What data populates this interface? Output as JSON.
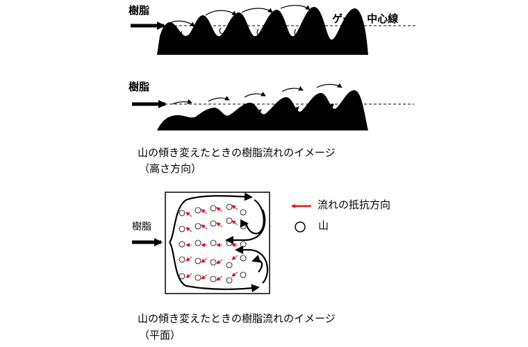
{
  "labels": {
    "resin_top": "樹脂",
    "gate_centerline": "ゲート 中心線",
    "resin_middle": "樹脂",
    "resin_plan": "樹脂"
  },
  "captions": {
    "height_line1": "山の傾き変えたときの樹脂流れのイメージ",
    "height_line2": "（高さ方向）",
    "plane_line1": "山の傾き変えたときの樹脂流れのイメージ",
    "plane_line2": "（平面）"
  },
  "legend": {
    "resistance_direction": "流れの抵抗方向",
    "mountain": "山"
  },
  "colors": {
    "resistance_arrow": "#e0101a",
    "mountain_fill": "#000000"
  }
}
